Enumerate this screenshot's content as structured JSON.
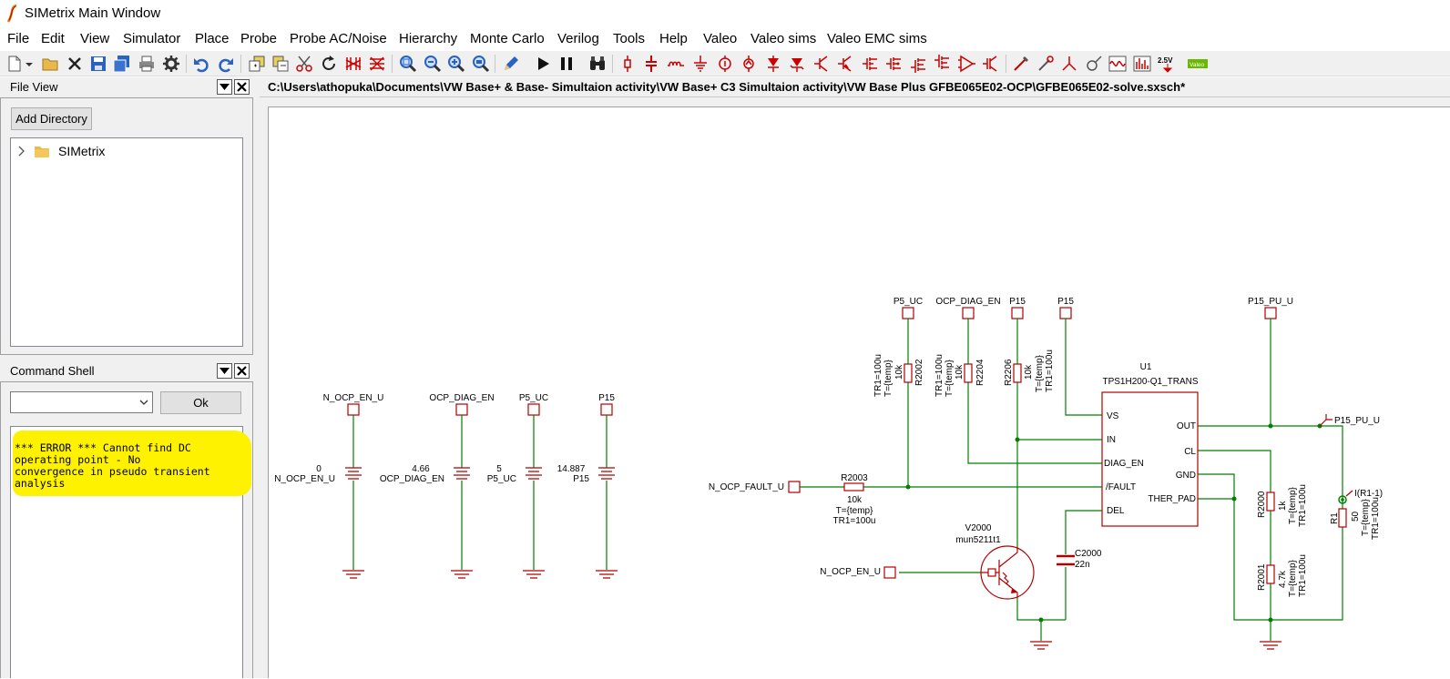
{
  "window": {
    "title": "SIMetrix Main Window"
  },
  "menu": [
    "File",
    "Edit",
    "View",
    "Simulator",
    "Place",
    "Probe",
    "Probe AC/Noise",
    "Hierarchy",
    "Monte Carlo",
    "Verilog",
    "Tools",
    "Help",
    "Valeo",
    "Valeo sims",
    "Valeo EMC sims"
  ],
  "toolbar": {
    "voltage_badge": "2.5V",
    "valeo_badge": "Valeo"
  },
  "file_view": {
    "title": "File View",
    "add_directory": "Add Directory",
    "tree_item": "SIMetrix"
  },
  "command_shell": {
    "title": "Command Shell",
    "ok": "Ok",
    "combo_value": "",
    "output": "*** ERROR *** Cannot find DC\noperating point - No\nconvergence in pseudo transient\nanalysis"
  },
  "schematic": {
    "tab_path": "C:\\Users\\athopuka\\Documents\\VW Base+ & Base- Simultaion activity\\VW Base+ C3 Simultaion activity\\VW Base Plus GFBE065E02-OCP\\GFBE065E02-solve.sxsch*",
    "sources": [
      {
        "term": "N_OCP_EN_U",
        "value": "0",
        "name": "N_OCP_EN_U"
      },
      {
        "term": "OCP_DIAG_EN",
        "value": "4.66",
        "name": "OCP_DIAG_EN"
      },
      {
        "term": "P5_UC",
        "value": "5",
        "name": "P5_UC"
      },
      {
        "term": "P15",
        "value": "14.887",
        "name": "P15"
      }
    ],
    "top_terminals": [
      "P5_UC",
      "OCP_DIAG_EN",
      "P15",
      "P15",
      "P15_PU_U"
    ],
    "r2002": {
      "ref": "R2002",
      "val": "10k",
      "t": "T={temp}",
      "tr": "TR1=100u"
    },
    "r2204": {
      "ref": "R2204",
      "val": "10k",
      "t": "T={temp}",
      "tr": "TR1=100u"
    },
    "r2206": {
      "ref": "R2206",
      "val": "10k",
      "t": "T={temp}",
      "tr": "TR1=100u"
    },
    "r2003": {
      "ref": "R2003",
      "val": "10k",
      "t": "T={temp}",
      "tr": "TR1=100u"
    },
    "r2000": {
      "ref": "R2000",
      "val": "1k",
      "t": "T={temp}",
      "tr": "TR1=100u"
    },
    "r2001": {
      "ref": "R2001",
      "val": "4.7k",
      "t": "T={temp}",
      "tr": "TR1=100u"
    },
    "r1": {
      "ref": "R1",
      "val": "50",
      "t": "T={temp}",
      "tr": "TR1=100u"
    },
    "u1": {
      "ref": "U1",
      "part": "TPS1H200-Q1_TRANS",
      "pins_left": [
        "VS",
        "IN",
        "DIAG_EN",
        "/FAULT",
        "DEL"
      ],
      "pins_right": [
        "OUT",
        "CL",
        "GND",
        "THER_PAD"
      ]
    },
    "v2000": {
      "ref": "V2000",
      "part": "mun5211t1"
    },
    "c2000": {
      "ref": "C2000",
      "val": "22n"
    },
    "fault_term": "N_OCP_FAULT_U",
    "en_term": "N_OCP_EN_U",
    "pu_label": "P15_PU_U",
    "probe_label": "I(R1-1)"
  },
  "colors": {
    "wire": "#008000",
    "component": "#b00000",
    "highlight": "#fff200"
  }
}
